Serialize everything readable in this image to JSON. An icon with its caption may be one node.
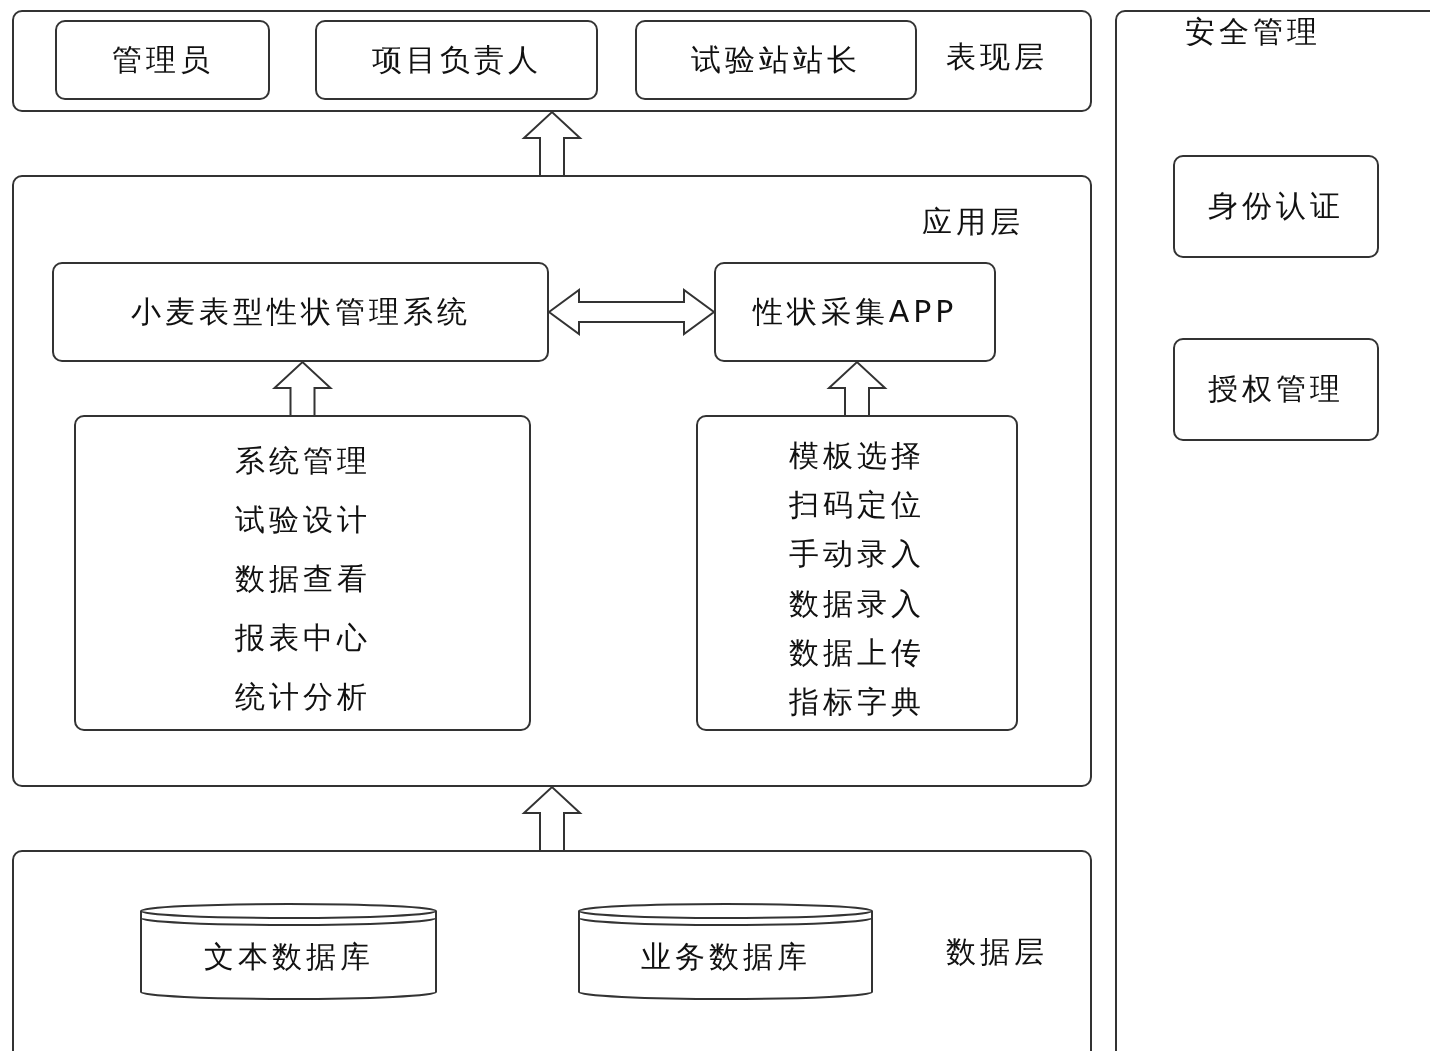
{
  "diagram": {
    "nodes": [
      {
        "text": [
          "表现层"
        ]
      },
      {
        "text": [
          "管理员"
        ],
        "in": 0
      },
      {
        "text": [
          "项目负责人"
        ],
        "in": 0
      },
      {
        "text": [
          "试验站站长"
        ],
        "in": 0
      },
      {
        "text": [
          "应用层"
        ]
      },
      {
        "text": [
          "小麦表型性状管理系统"
        ],
        "in": 4
      },
      {
        "text": [
          "性状采集APP"
        ],
        "in": 4
      },
      {
        "text": [
          "系统管理",
          "试验设计",
          "数据查看",
          "报表中心",
          "统计分析"
        ],
        "in": 4
      },
      {
        "text": [
          "模板选择",
          "扫码定位",
          "手动录入",
          "数据录入",
          "数据上传",
          "指标字典"
        ],
        "in": 4
      },
      {
        "text": [
          "数据层"
        ]
      },
      {
        "text": [
          "文本数据库"
        ],
        "in": 9
      },
      {
        "text": [
          "业务数据库"
        ],
        "in": 9
      },
      {
        "text": [
          "安全管理"
        ]
      },
      {
        "text": [
          "身份认证"
        ],
        "in": 12
      },
      {
        "text": [
          "授权管理"
        ],
        "in": 12
      }
    ],
    "edges": [
      {
        "from": 4,
        "to": 0,
        "arrow": "to"
      },
      {
        "from": 5,
        "to": 6,
        "arrow": "both"
      },
      {
        "from": 7,
        "to": 5,
        "arrow": "to"
      },
      {
        "from": 8,
        "to": 6,
        "arrow": "to"
      },
      {
        "from": 9,
        "to": 4,
        "arrow": "to"
      }
    ]
  }
}
